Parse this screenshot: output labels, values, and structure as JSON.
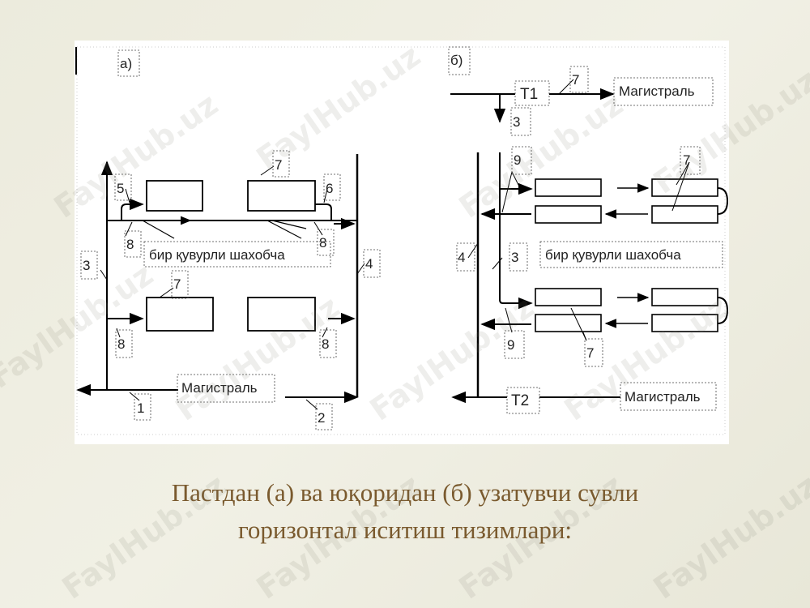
{
  "panel_a": {
    "label": "а)",
    "node_labels": {
      "n1": "1",
      "n2": "2",
      "n3": "3",
      "n4": "4",
      "n5": "5",
      "n6": "6",
      "n7a": "7",
      "n7b": "7",
      "n8a": "8",
      "n8b": "8",
      "n8c": "8",
      "n8d": "8"
    },
    "branch_label": "бир қувурли шахобча",
    "main_label": "Магистраль"
  },
  "panel_b": {
    "label": "б)",
    "t1_label": "Т1",
    "t2_label": "Т2",
    "node_labels": {
      "n3a": "3",
      "n3b": "3",
      "n4": "4",
      "n7a": "7",
      "n7b": "7",
      "n7c": "7",
      "n9a": "9",
      "n9b": "9"
    },
    "branch_label": "бир қувурли шахобча",
    "main_top_label": "Магистраль",
    "main_bottom_label": "Магистраль"
  },
  "caption": {
    "line1": "Пастдан (а) ва юқоридан (б) узатувчи сувли",
    "line2": "горизонтал иситиш тизимлари:"
  },
  "watermark": "FaylHub.uz",
  "colors": {
    "caption": "#7a5a2e",
    "background": "#eeeee2"
  }
}
